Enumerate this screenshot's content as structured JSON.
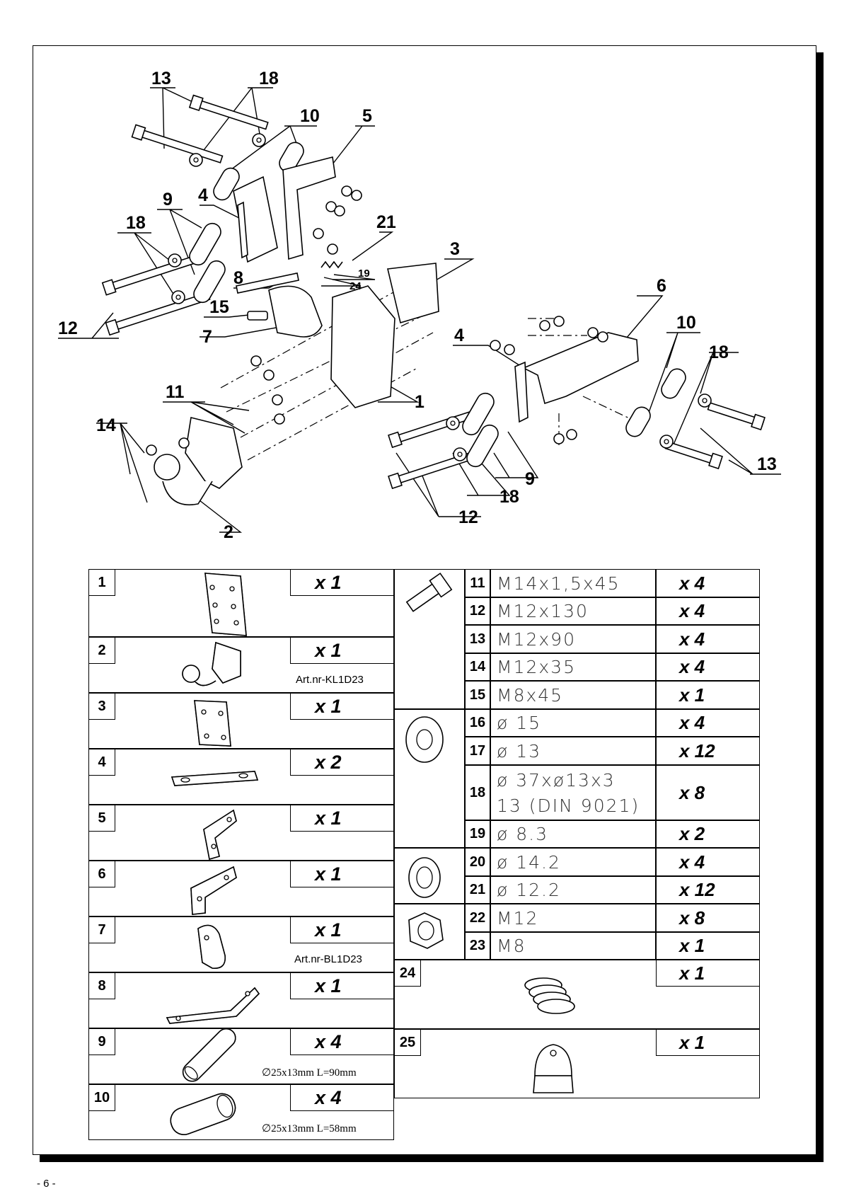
{
  "page_number": "- 6 -",
  "callouts": [
    {
      "text": "13"
    },
    {
      "text": "18"
    },
    {
      "text": "10"
    },
    {
      "text": "5"
    },
    {
      "text": "4"
    },
    {
      "text": "9"
    },
    {
      "text": "18"
    },
    {
      "text": "21"
    },
    {
      "text": "3"
    },
    {
      "text": "19"
    },
    {
      "text": "24"
    },
    {
      "text": "8"
    },
    {
      "text": "15"
    },
    {
      "text": "12"
    },
    {
      "text": "7"
    },
    {
      "text": "6"
    },
    {
      "text": "10"
    },
    {
      "text": "4"
    },
    {
      "text": "18"
    },
    {
      "text": "11"
    },
    {
      "text": "1"
    },
    {
      "text": "14"
    },
    {
      "text": "13"
    },
    {
      "text": "9"
    },
    {
      "text": "18"
    },
    {
      "text": "12"
    },
    {
      "text": "2"
    }
  ],
  "left_parts": [
    {
      "num": "1",
      "qty": "x 1",
      "note": ""
    },
    {
      "num": "2",
      "qty": "x 1",
      "note": "Art.nr-KL1D23"
    },
    {
      "num": "3",
      "qty": "x 1",
      "note": ""
    },
    {
      "num": "4",
      "qty": "x 2",
      "note": ""
    },
    {
      "num": "5",
      "qty": "x 1",
      "note": ""
    },
    {
      "num": "6",
      "qty": "x 1",
      "note": ""
    },
    {
      "num": "7",
      "qty": "x 1",
      "note": "Art.nr-BL1D23"
    },
    {
      "num": "8",
      "qty": "x 1",
      "note": ""
    },
    {
      "num": "9",
      "qty": "x 4",
      "note": "∅25x13mm L=90mm"
    },
    {
      "num": "10",
      "qty": "x 4",
      "note": "∅25x13mm L=58mm"
    }
  ],
  "right_parts": [
    {
      "num": "11",
      "spec": "M14x1,5x45",
      "qty": "x 4"
    },
    {
      "num": "12",
      "spec": "M12x130",
      "qty": "x 4"
    },
    {
      "num": "13",
      "spec": "M12x90",
      "qty": "x 4"
    },
    {
      "num": "14",
      "spec": "M12x35",
      "qty": "x 4"
    },
    {
      "num": "15",
      "spec": "M8x45",
      "qty": "x 1"
    },
    {
      "num": "16",
      "spec": "ø 15",
      "qty": "x 4"
    },
    {
      "num": "17",
      "spec": "ø 13",
      "qty": "x 12"
    },
    {
      "num": "18",
      "spec": "ø 37xø13x3",
      "spec2": "13 (DIN 9021)",
      "qty": "x 8"
    },
    {
      "num": "19",
      "spec": "ø 8.3",
      "qty": "x 2"
    },
    {
      "num": "20",
      "spec": "ø 14.2",
      "qty": "x 4"
    },
    {
      "num": "21",
      "spec": "ø 12.2",
      "qty": "x 12"
    },
    {
      "num": "22",
      "spec": "M12",
      "qty": "x 8"
    },
    {
      "num": "23",
      "spec": "M8",
      "qty": "x 1"
    },
    {
      "num": "24",
      "spec": "",
      "qty": "x 1"
    },
    {
      "num": "25",
      "spec": "",
      "qty": "x 1"
    }
  ]
}
